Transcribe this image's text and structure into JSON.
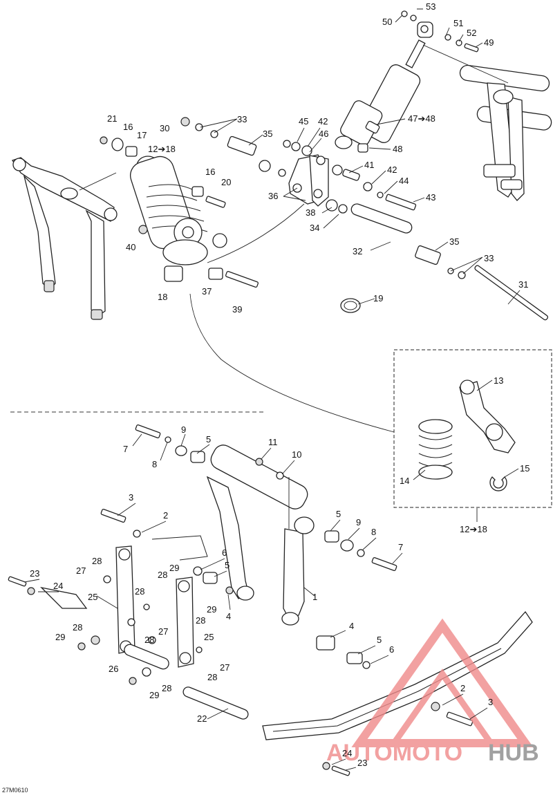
{
  "diagram": {
    "drawing_code": "27M0610",
    "watermark": {
      "part1": "AUTOMOTO",
      "part2": "HUB",
      "color1": "#f08a8a",
      "color2": "#8a8a8a"
    },
    "callouts": {
      "c53": "53",
      "c50": "50",
      "c51": "51",
      "c52": "52",
      "c49": "49",
      "c47_48": "47➔48",
      "c48": "48",
      "c21": "21",
      "c16a": "16",
      "c17": "17",
      "c12_18a": "12➔18",
      "c30": "30",
      "c33a": "33",
      "c35a": "35",
      "c45": "45",
      "c42a": "42",
      "c46": "46",
      "c16b": "16",
      "c20": "20",
      "c41": "41",
      "c42b": "42",
      "c44": "44",
      "c43": "43",
      "c36": "36",
      "c38": "38",
      "c34": "34",
      "c32": "32",
      "c35b": "35",
      "c33b": "33",
      "c40": "40",
      "c18": "18",
      "c37": "37",
      "c39": "39",
      "c19": "19",
      "c31": "31",
      "c13": "13",
      "c14": "14",
      "c15": "15",
      "c12_18b": "12➔18",
      "c7a": "7",
      "c8a": "8",
      "c9a": "9",
      "c5a": "5",
      "c11": "11",
      "c10": "10",
      "c3a": "3",
      "c2a": "2",
      "c5b": "5",
      "c9b": "9",
      "c8b": "8",
      "c7b": "7",
      "c6a": "6",
      "c5c": "5",
      "c4a": "4",
      "c1": "1",
      "c28a": "28",
      "c27a": "27",
      "c28b": "28",
      "c29a": "29",
      "c23a": "23",
      "c24a": "24",
      "c25a": "25",
      "c28c": "28",
      "c29b": "29",
      "c28d": "28",
      "c27b": "27",
      "c28e": "28",
      "c25b": "25",
      "c29c": "29",
      "c28f": "28",
      "c26": "26",
      "c27c": "27",
      "c28g": "28",
      "c29d": "29",
      "c28h": "28",
      "c4b": "4",
      "c5d": "5",
      "c6b": "6",
      "c22": "22",
      "c2b": "2",
      "c3b": "3",
      "c24b": "24",
      "c23b": "23"
    }
  }
}
